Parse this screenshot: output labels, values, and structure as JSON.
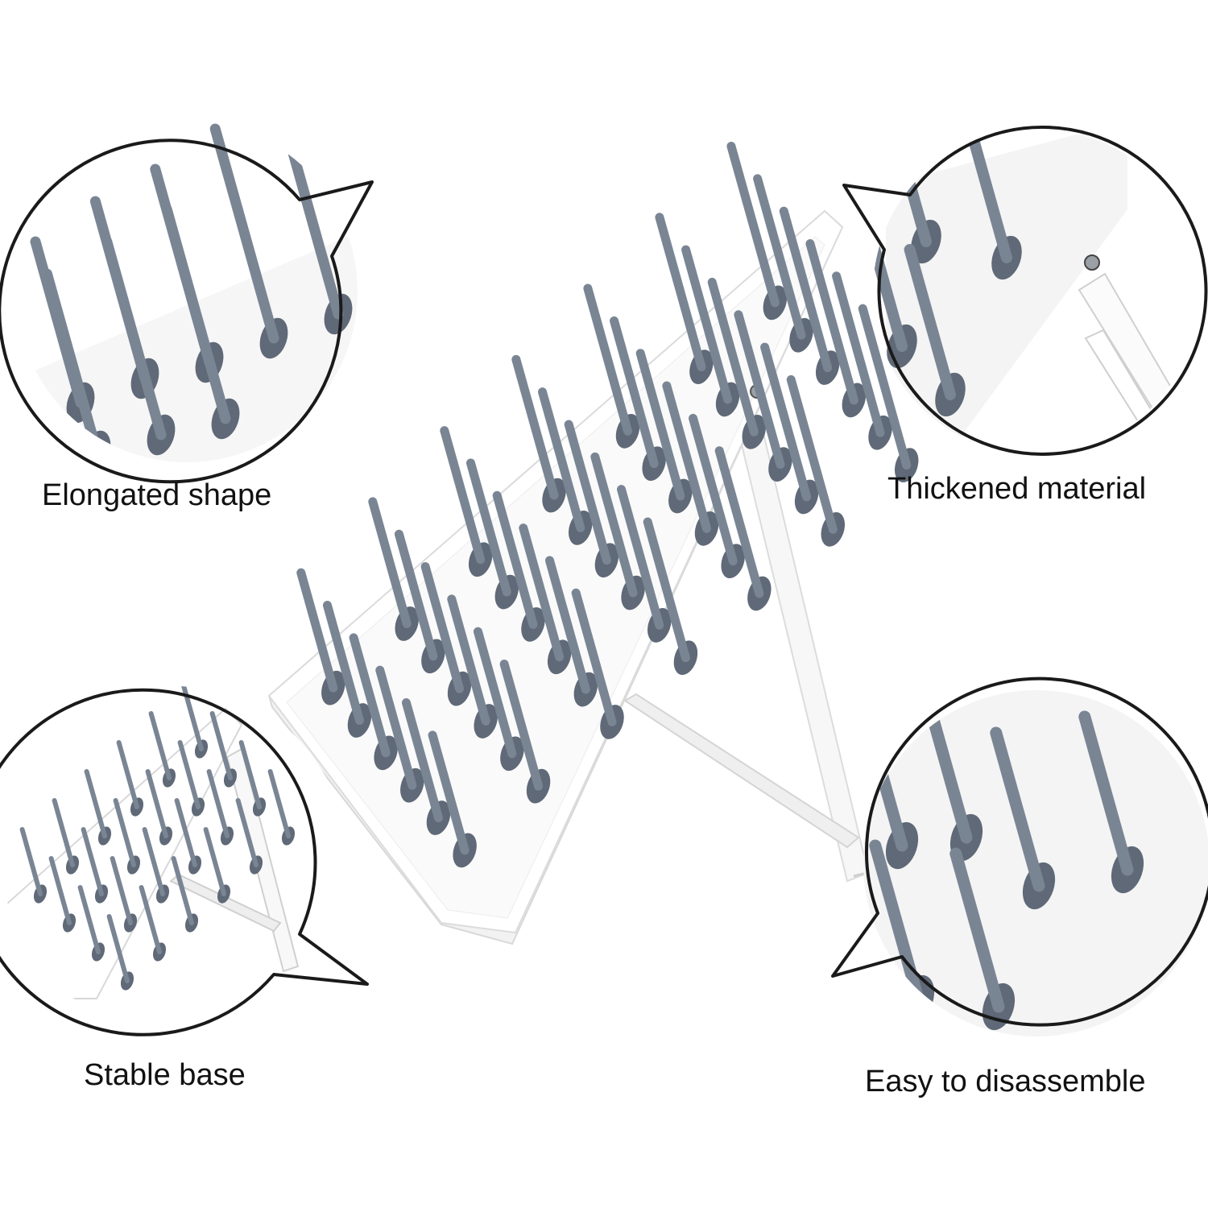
{
  "callouts": [
    {
      "id": "top-left",
      "caption": "Elongated shape"
    },
    {
      "id": "top-right",
      "caption": "Thickened material"
    },
    {
      "id": "bottom-left",
      "caption": "Stable base"
    },
    {
      "id": "bottom-right",
      "caption": "Easy to disassemble"
    }
  ],
  "colors": {
    "background": "#ffffff",
    "rack_board": "#ffffff",
    "rack_edge": "#e3e3e3",
    "peg": "#7a8594",
    "peg_shadow": "#5f6977",
    "outline": "#1a1a1a"
  }
}
